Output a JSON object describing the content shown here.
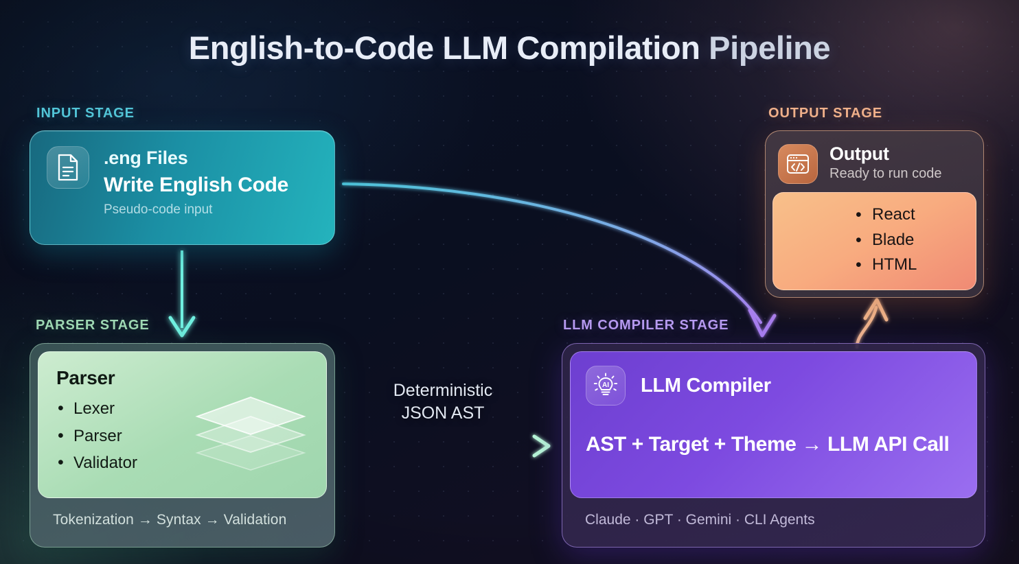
{
  "page": {
    "title_lead": "English-to-Code LLM Compilation",
    "title_tail": " Pipeline"
  },
  "stages": {
    "input": {
      "label": "INPUT STAGE",
      "color": "#53c6d8"
    },
    "parser": {
      "label": "PARSER STAGE",
      "color": "#9fd9b4"
    },
    "llm": {
      "label": "LLM COMPILER STAGE",
      "color": "#b79bf0"
    },
    "output": {
      "label": "OUTPUT STAGE",
      "color": "#f0b18b"
    }
  },
  "input_card": {
    "icon": "document-icon",
    "file_type": ".eng Files",
    "headline": "Write English Code",
    "subtitle": "Pseudo-code input"
  },
  "parser_card": {
    "heading": "Parser",
    "icon": "stacked-layers-icon",
    "items": [
      "Lexer",
      "Parser",
      "Validator"
    ],
    "footer": "Tokenization → Syntax → Validation"
  },
  "llm_card": {
    "icon": "ai-lightbulb-icon",
    "title": "LLM Compiler",
    "formula": "AST + Target + Theme → LLM API Call",
    "footer": "Claude · GPT · Gemini · CLI Agents"
  },
  "output_card": {
    "icon": "code-window-icon",
    "title": "Output",
    "subtitle": "Ready to run code",
    "items": [
      "React",
      "Blade",
      "HTML"
    ]
  },
  "connectors": {
    "input_to_parser": {
      "name": "down-arrow",
      "color": "#6ff0e0"
    },
    "parser_to_llm": {
      "name": "right-arrow",
      "label_line1": "Deterministic",
      "label_line2": "JSON AST",
      "color": "#a9f0d4"
    },
    "input_to_llm": {
      "name": "curved-arrow",
      "color_start": "#4fc3d9",
      "color_end": "#a87ff0"
    },
    "llm_to_output": {
      "name": "curved-up-arrow",
      "color": "#f0b58c"
    }
  }
}
